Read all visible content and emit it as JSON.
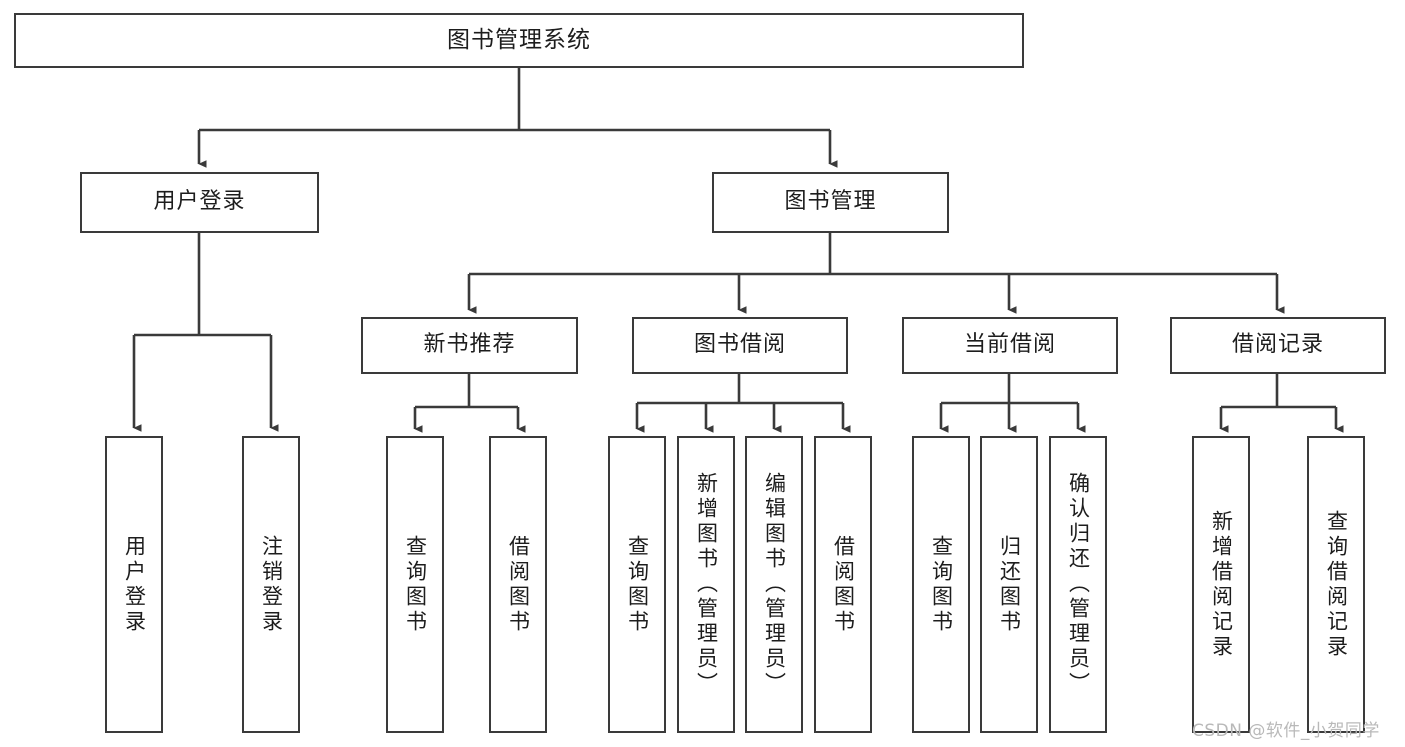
{
  "diagram": {
    "type": "tree",
    "title": "图书管理系统",
    "orientation": "top-down",
    "colors": {
      "node_border": "#3a3a3a",
      "node_fill": "#ffffff",
      "edge": "#3a3a3a",
      "text": "#1d1d1d",
      "background": "#ffffff",
      "watermark": "#b9b9b9"
    }
  },
  "nodes": {
    "root": {
      "label": "图书管理系统"
    },
    "level2": [
      {
        "id": "user-login",
        "label": "用户登录"
      },
      {
        "id": "book-manage",
        "label": "图书管理"
      }
    ],
    "level3": [
      {
        "id": "new-book-recommend",
        "label": "新书推荐"
      },
      {
        "id": "book-borrow",
        "label": "图书借阅"
      },
      {
        "id": "current-borrow",
        "label": "当前借阅"
      },
      {
        "id": "borrow-record",
        "label": "借阅记录"
      }
    ],
    "leaves": {
      "user_login": [
        {
          "id": "leaf-user-login",
          "label": "用户登录"
        },
        {
          "id": "leaf-user-logout",
          "label": "注销登录"
        }
      ],
      "new_book_recommend": [
        {
          "id": "leaf-query-book-1",
          "label": "查询图书"
        },
        {
          "id": "leaf-borrow-book-1",
          "label": "借阅图书"
        }
      ],
      "book_borrow": [
        {
          "id": "leaf-query-book-2",
          "label": "查询图书"
        },
        {
          "id": "leaf-add-book",
          "label": "新增图书（管理员）"
        },
        {
          "id": "leaf-edit-book",
          "label": "编辑图书（管理员）"
        },
        {
          "id": "leaf-borrow-book-2",
          "label": "借阅图书"
        }
      ],
      "current_borrow": [
        {
          "id": "leaf-query-book-3",
          "label": "查询图书"
        },
        {
          "id": "leaf-return-book",
          "label": "归还图书"
        },
        {
          "id": "leaf-confirm-return",
          "label": "确认归还（管理员）"
        }
      ],
      "borrow_record": [
        {
          "id": "leaf-add-record",
          "label": "新增借阅记录"
        },
        {
          "id": "leaf-query-record",
          "label": "查询借阅记录"
        }
      ]
    }
  },
  "watermark": {
    "text": "CSDN @软件_小贺同学"
  }
}
